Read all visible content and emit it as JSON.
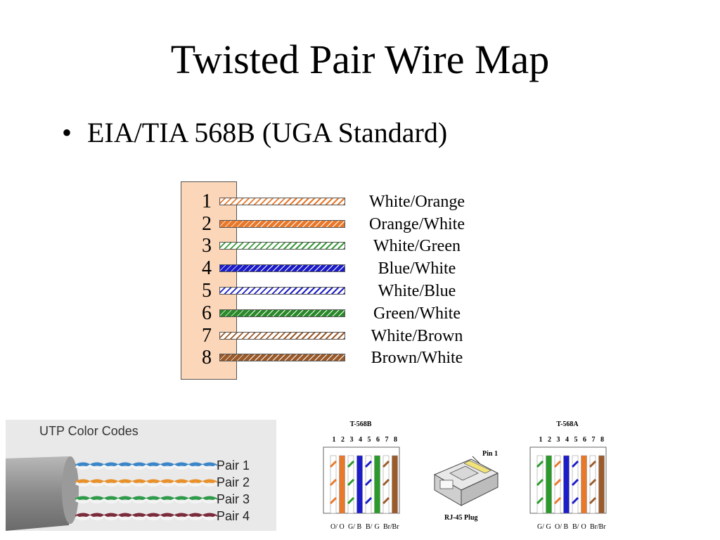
{
  "title": "Twisted Pair Wire Map",
  "bullet": "EIA/TIA 568B (UGA Standard)",
  "wire_map": {
    "pins": [
      "1",
      "2",
      "3",
      "4",
      "5",
      "6",
      "7",
      "8"
    ],
    "labels": [
      "White/Orange",
      "Orange/White",
      "White/Green",
      "Blue/White",
      "White/Blue",
      "Green/White",
      "White/Brown",
      "Brown/White"
    ],
    "wire_colors": [
      "#e8782a",
      "#e8782a",
      "#3a9a3a",
      "#1c1cc8",
      "#1c1cc8",
      "#2a8a2a",
      "#9a5a2a",
      "#9a5a2a"
    ],
    "striped_on_white": [
      true,
      false,
      true,
      false,
      true,
      false,
      true,
      false
    ]
  },
  "utp": {
    "title": "UTP Color Codes",
    "pairs": [
      "Pair 1",
      "Pair 2",
      "Pair 3",
      "Pair 4"
    ],
    "pair_colors": [
      "#3a86c8",
      "#e8902a",
      "#2e9a4a",
      "#7a2a3a"
    ]
  },
  "t568b": {
    "title": "T-568B",
    "pins": [
      "1",
      "2",
      "3",
      "4",
      "5",
      "6",
      "7",
      "8"
    ],
    "codes": [
      "O/",
      "O",
      "G/",
      "B",
      "B/",
      "G",
      "Br/",
      "Br"
    ]
  },
  "t568a": {
    "title": "T-568A",
    "pins": [
      "1",
      "2",
      "3",
      "4",
      "5",
      "6",
      "7",
      "8"
    ],
    "codes": [
      "G/",
      "G",
      "O/",
      "B",
      "B/",
      "O",
      "Br/",
      "Br"
    ]
  },
  "plug": {
    "pin_label": "Pin 1",
    "label": "RJ-45 Plug"
  },
  "colors": {
    "orange": "#e8782a",
    "green": "#2a9a2a",
    "blue": "#1c1cc8",
    "brown": "#9a5a2a"
  }
}
